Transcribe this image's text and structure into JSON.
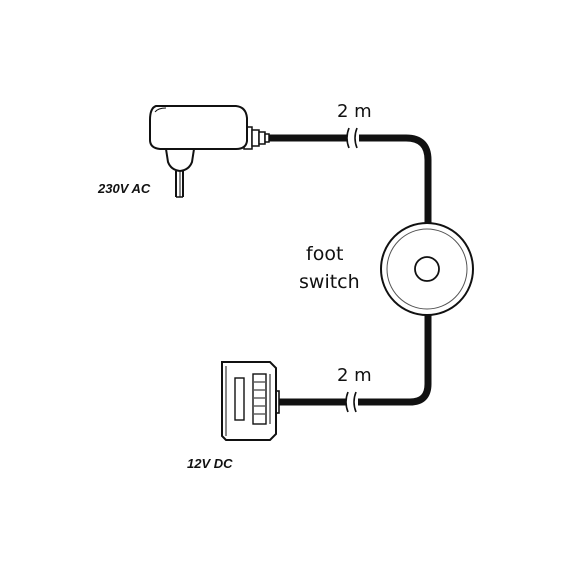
{
  "labels": {
    "input_voltage": "230V AC",
    "output_voltage": "12V DC",
    "switch_label_line1": "foot",
    "switch_label_line2": "switch",
    "cable_length_top": "2 m",
    "cable_length_bottom": "2 m"
  },
  "colors": {
    "cable": "#111111",
    "outline": "#111111",
    "device_fill": "#ffffff",
    "switch_shade": "#e6e6e6"
  },
  "icons": [
    "power-adapter-icon",
    "euro-plug-icon",
    "foot-switch-icon",
    "distributor-connector-icon"
  ]
}
